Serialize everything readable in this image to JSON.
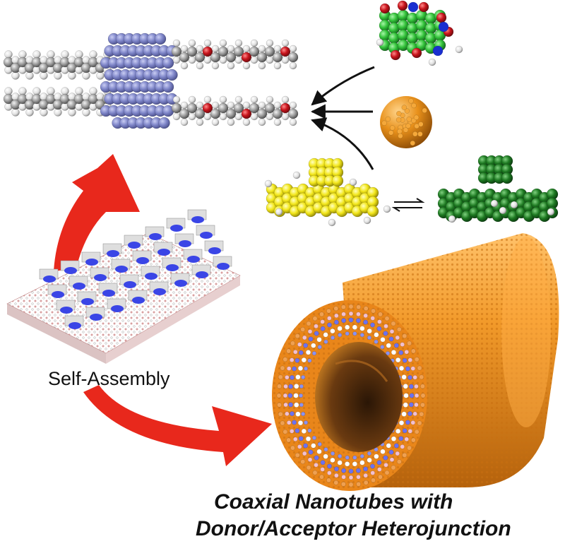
{
  "labels": {
    "process": "Self-Assembly",
    "caption_line_1": "Coaxial Nanotubes with",
    "caption_line_2": "Donor/Acceptor Heterojunction"
  },
  "colors": {
    "core_blue": "#7f86c9",
    "tail_gray": "#9a9a9a",
    "oxygen_red": "#c8141c",
    "acceptor_orange": "#e8901a",
    "tnf_green": "#33c23a",
    "photo_yellow": "#f2e61a",
    "photo_dark_green": "#1e7a22",
    "arrow_red": "#e8281c",
    "sheet_blue": "#3a45e6"
  }
}
